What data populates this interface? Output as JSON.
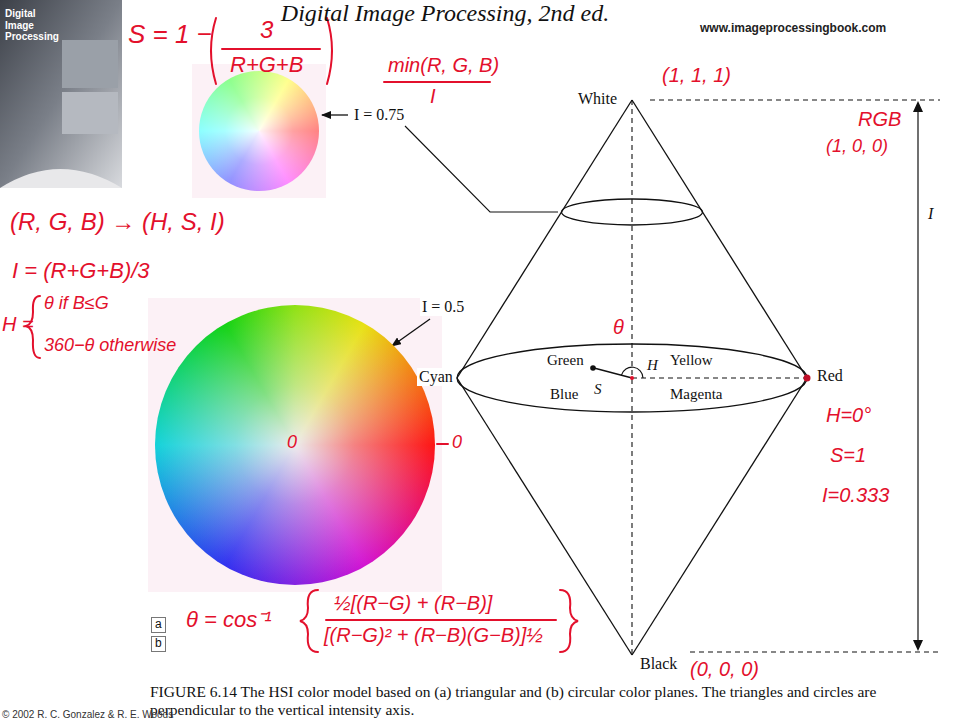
{
  "diagram": {
    "title": "Digital Image Processing, 2nd ed.",
    "caption": "FIGURE 6.14 The HSI color model based on (a) triangular and (b) circular color planes. The triangles and circles are perpendicular to the vertical intensity axis.",
    "labels": [
      "www.imageprocessingbook.com",
      "© 2002 R. C. Gonzalez & R. E. Woods",
      "White",
      "Black",
      "I = 0.75",
      "I = 0.5",
      "Cyan",
      "Green",
      "Yellow",
      "Red",
      "Blue",
      "Magenta",
      "H",
      "S",
      "I",
      "a",
      "b",
      "S = 1 −",
      "3",
      "R+G+B",
      "min(R, G, B)",
      "I",
      "(1, 1, 1)",
      "(R, G, B) → (H, S, I)",
      "I = (R+G+B)/3",
      "H =",
      "θ if B≤G",
      "360−θ otherwise",
      "θ = cos⁻¹",
      "½[(R−G) + (R−B)]",
      "[(R−G)² + (R−B)(G−B)]½",
      "RGB",
      "(1, 0, 0)",
      "H=0°",
      "S=1",
      "I=0.333",
      "θ",
      "(0, 0, 0)",
      "0",
      "0",
      "Digital Image Processing"
    ]
  }
}
